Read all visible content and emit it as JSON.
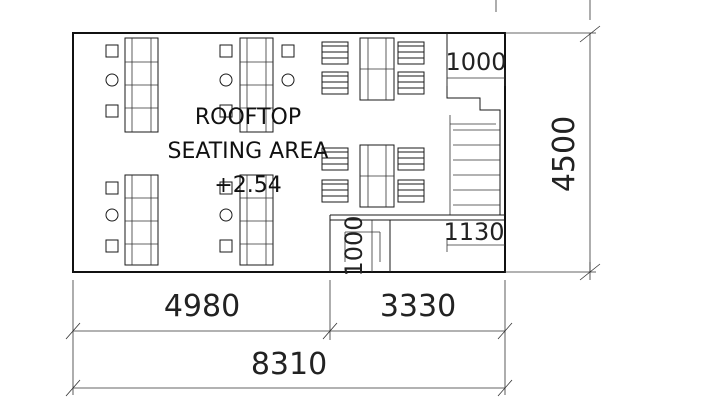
{
  "area_label": {
    "line1": "ROOFTOP",
    "line2": "SEATING AREA",
    "level": "+2.54"
  },
  "dimensions": {
    "width_left": "4980",
    "width_right": "3330",
    "width_total": "8310",
    "depth_total": "4500",
    "stair_width": "1000",
    "landing_depth": "1130",
    "small_room": "1000"
  },
  "colors": {
    "line": "#1a1a1a",
    "background": "#ffffff"
  }
}
